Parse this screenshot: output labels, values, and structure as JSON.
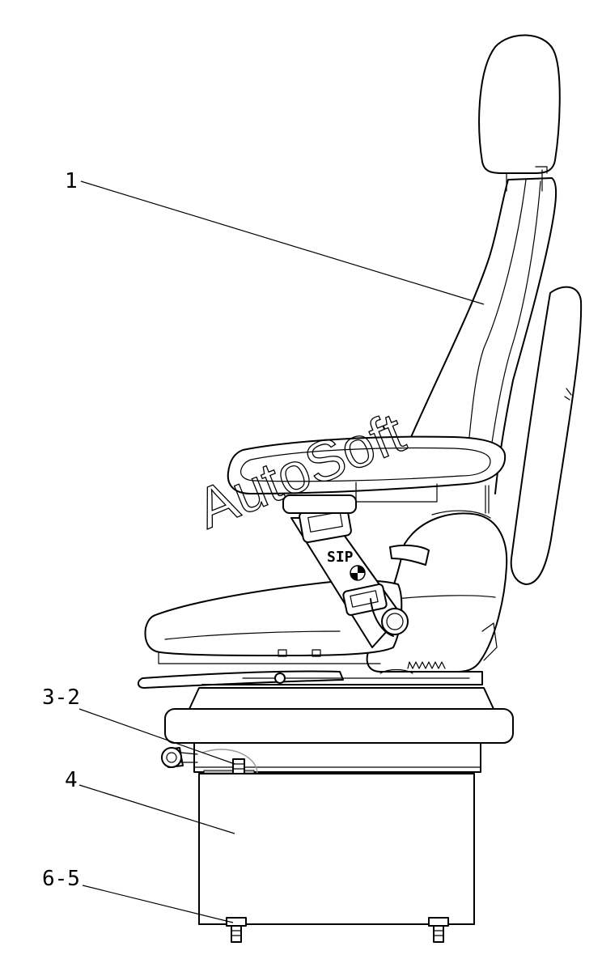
{
  "callouts": [
    {
      "id": "1",
      "label": "1"
    },
    {
      "id": "3-2",
      "label": "3-2"
    },
    {
      "id": "4",
      "label": "4"
    },
    {
      "id": "6-5",
      "label": "6-5"
    }
  ],
  "seat_marking": "SIP",
  "watermark": "AutoSoft",
  "colors": {
    "line": "#000000",
    "background": "#ffffff",
    "highlight": "#9a9a9a"
  }
}
